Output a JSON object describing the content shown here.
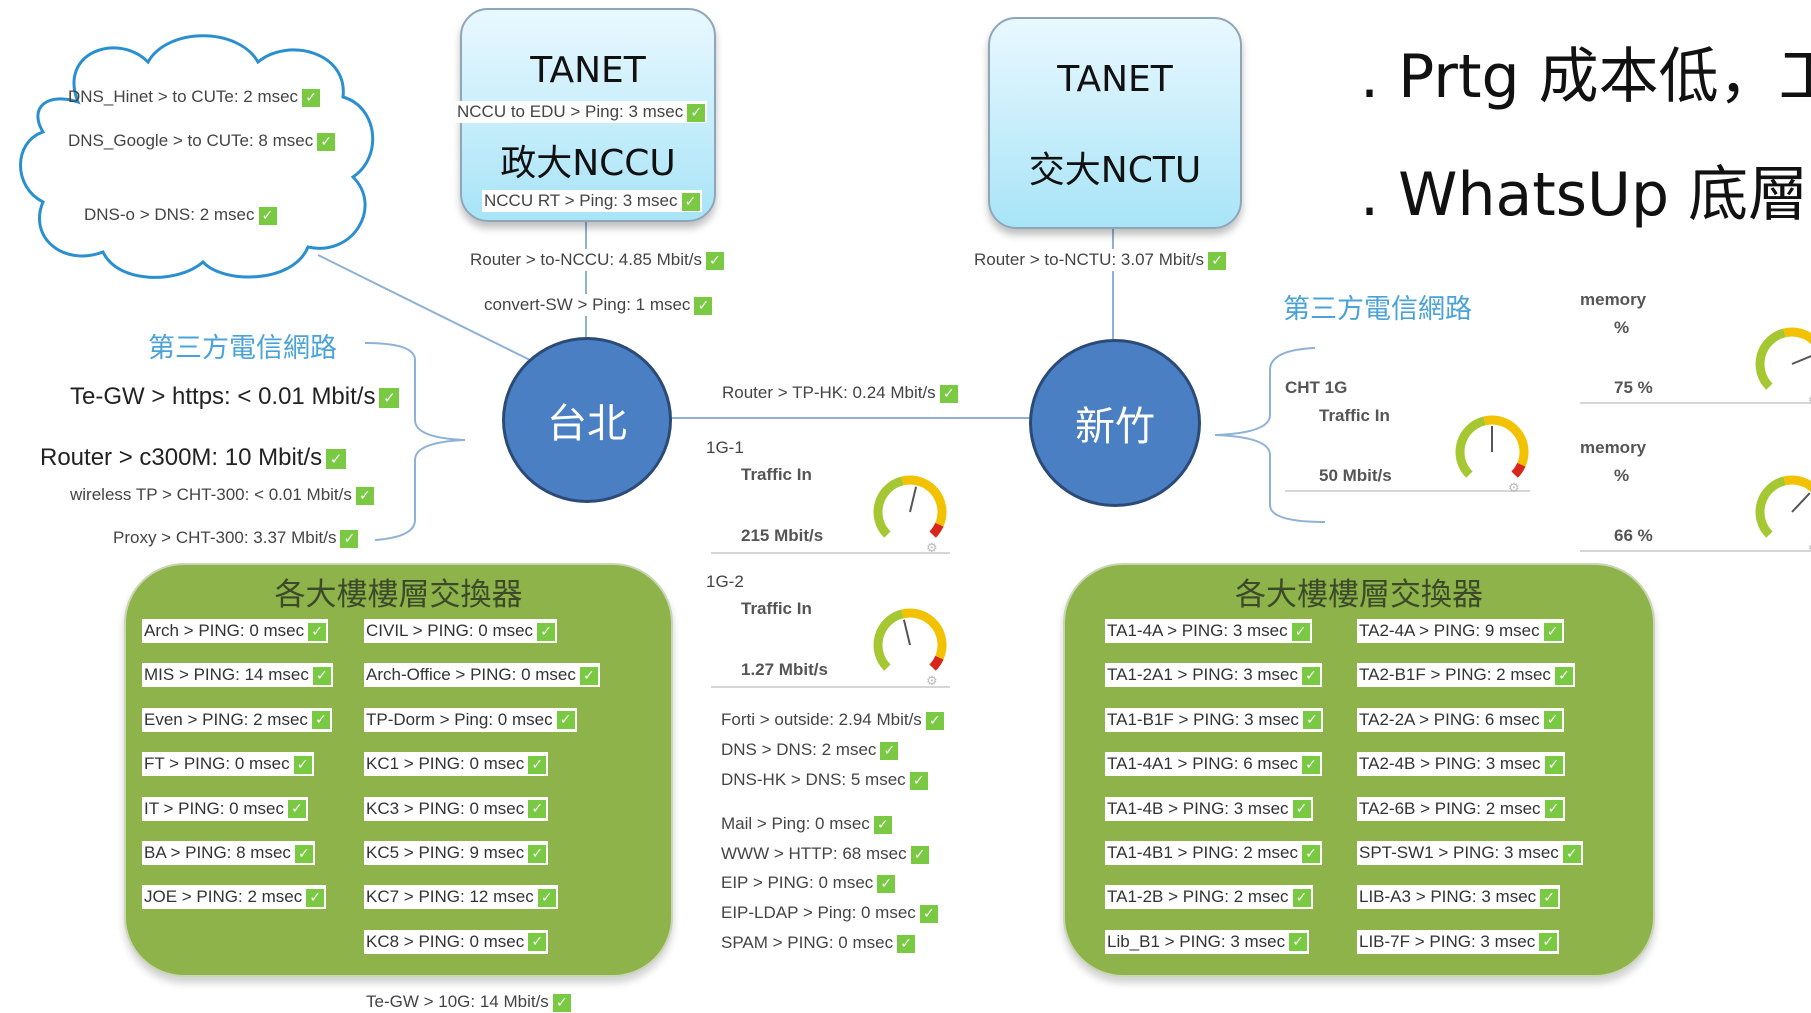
{
  "tanet_nccu": {
    "title": "TANET",
    "subtitle": "政大NCCU",
    "status1": "NCCU to EDU > Ping: 3 msec",
    "status2": "NCCU RT > Ping: 3 msec"
  },
  "tanet_nctu": {
    "title": "TANET",
    "subtitle": "交大NCTU"
  },
  "cloud": {
    "items": [
      "DNS_Hinet > to CUTe: 2 msec",
      "DNS_Google > to CUTe: 8 msec",
      "DNS-o > DNS: 2 msec"
    ]
  },
  "nodes": {
    "taipei": "台北",
    "hsinchu": "新竹"
  },
  "links": {
    "router_nccu": "Router > to-NCCU: 4.85 Mbit/s",
    "convert_sw": "convert-SW > Ping: 1 msec",
    "router_nctu": "Router > to-NCTU: 3.07 Mbit/s",
    "router_tphk": "Router > TP-HK: 0.24 Mbit/s",
    "te_gw_10g": "Te-GW > 10G: 14 Mbit/s"
  },
  "third_party_left": {
    "title": "第三方電信網路",
    "items_big": [
      "Te-GW > https: < 0.01 Mbit/s",
      "Router > c300M: 10 Mbit/s"
    ],
    "items_small": [
      "wireless TP > CHT-300: < 0.01 Mbit/s",
      "Proxy > CHT-300: 3.37 Mbit/s"
    ]
  },
  "third_party_right": {
    "title": "第三方電信網路"
  },
  "widgets": {
    "g1": {
      "name": "1G-1",
      "channel": "Traffic In",
      "value": "215 Mbit/s",
      "level": 0.55
    },
    "g2": {
      "name": "1G-2",
      "channel": "Traffic In",
      "value": "1.27 Mbit/s",
      "level": 0.45
    },
    "cht": {
      "name": "CHT 1G",
      "channel": "Traffic In",
      "value": "50 Mbit/s",
      "level": 0.5
    },
    "mem1": {
      "name": "memory",
      "unit": "%",
      "value": "75 %",
      "level": 0.75
    },
    "mem2": {
      "name": "memory",
      "unit": "%",
      "value": "66 %",
      "level": 0.66
    }
  },
  "center_list": {
    "group1": [
      "Forti > outside: 2.94 Mbit/s",
      "DNS > DNS: 2 msec",
      "DNS-HK > DNS: 5 msec"
    ],
    "group2": [
      "Mail > Ping: 0 msec",
      "WWW > HTTP: 68 msec",
      "EIP > PING: 0 msec",
      "EIP-LDAP > Ping: 0 msec",
      "SPAM > PING: 0 msec"
    ]
  },
  "left_panel": {
    "title": "各大樓樓層交換器",
    "col1": [
      "Arch > PING: 0 msec",
      "MIS > PING: 14 msec",
      "Even > PING: 2 msec",
      "FT > PING: 0 msec",
      "IT > PING: 0 msec",
      "BA > PING: 8 msec",
      "JOE > PING: 2 msec"
    ],
    "col2": [
      "CIVIL > PING: 0 msec",
      "Arch-Office > PING: 0 msec",
      "TP-Dorm > Ping: 0 msec",
      "KC1 > PING: 0 msec",
      "KC3 > PING: 0 msec",
      "KC5 > PING: 9 msec",
      "KC7 > PING: 12 msec",
      "KC8 > PING: 0 msec"
    ]
  },
  "right_panel": {
    "title": "各大樓樓層交換器",
    "col1": [
      "TA1-4A > PING: 3 msec",
      "TA1-2A1 > PING: 3 msec",
      "TA1-B1F > PING: 3 msec",
      "TA1-4A1 > PING: 6 msec",
      "TA1-4B > PING: 3 msec",
      "TA1-4B1 > PING: 2 msec",
      "TA1-2B > PING: 2 msec",
      "Lib_B1 > PING: 3 msec"
    ],
    "col2": [
      "TA2-4A > PING: 9 msec",
      "TA2-B1F > PING: 2 msec",
      "TA2-2A > PING: 6 msec",
      "TA2-4B > PING: 3 msec",
      "TA2-6B > PING: 2 msec",
      "SPT-SW1 > PING: 3 msec",
      "LIB-A3 > PING: 3 msec",
      "LIB-7F > PING: 3 msec"
    ]
  },
  "slide_text": {
    "line1": ". Prtg  成本低，工",
    "line2": ". WhatsUp 底層S"
  },
  "colors": {
    "node": "#4a7fc4",
    "panel": "#8db34a",
    "check": "#7ac943",
    "gauge_yellow": "#f2c200",
    "gauge_green": "#a5c832",
    "teal": "#4aa3d8"
  }
}
